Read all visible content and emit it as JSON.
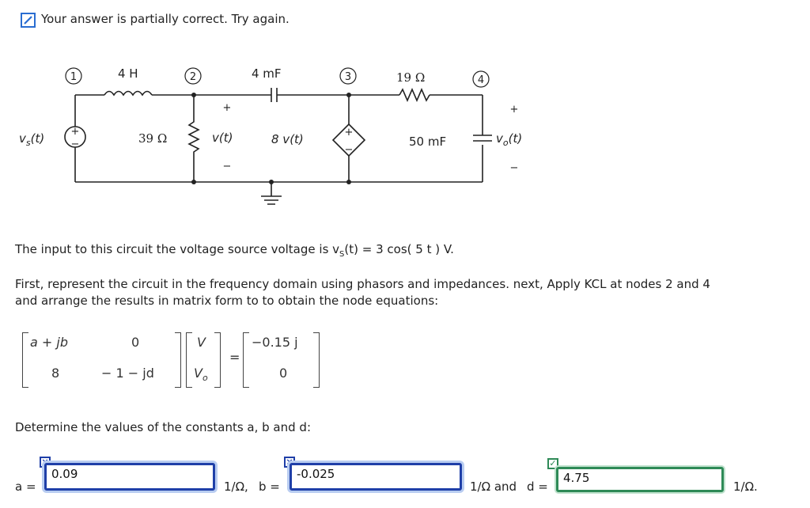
{
  "status": {
    "icon": "pencil-check-icon",
    "message": "Your answer is partially correct.  Try again."
  },
  "circuit": {
    "nodes": [
      "1",
      "2",
      "3",
      "4"
    ],
    "inductor": "4 H",
    "resistor_parallel": "39 Ω",
    "capacitor_series": "4    mF",
    "resistor_series": "19 Ω",
    "capacitor_out": "50  mF",
    "source_label": "v",
    "source_sub": "s",
    "source_arg": "(t)",
    "node2_voltage": "v(t)",
    "dependent_source": "8  v(t)",
    "output_label": "v",
    "output_sub": "o",
    "output_arg": "(t)",
    "plus": "+",
    "minus": "−"
  },
  "problem": {
    "line1_prefix": "The input to this circuit the voltage source voltage is v",
    "line1_sub": "S",
    "line1_suffix": "(t)  =  3 cos( 5 t ) V.",
    "line2": "First, represent the circuit in the frequency domain using phasors and impedances. next, Apply KCL at nodes 2 and 4",
    "line3": "and arrange the results in matrix form to to obtain the node equations:",
    "determine": "Determine the values of the constants a, b and d:"
  },
  "matrix": {
    "a11": "a + jb",
    "a12": "0",
    "a21": "8",
    "a22": "− 1 − jd",
    "x1": "V",
    "x2": "V",
    "x2_sub": "o",
    "equals": "=",
    "b1": "−0.15 j",
    "b2": "0"
  },
  "answers": {
    "a_label": "a =",
    "a_value": "0.09",
    "a_unit": "1/Ω,",
    "b_label": "b =",
    "b_value": "-0.025",
    "b_unit": "1/Ω and",
    "d_label": "d =",
    "d_value": "4.75",
    "d_unit": "1/Ω.",
    "wrong_mark": "×",
    "right_mark": "✓"
  }
}
